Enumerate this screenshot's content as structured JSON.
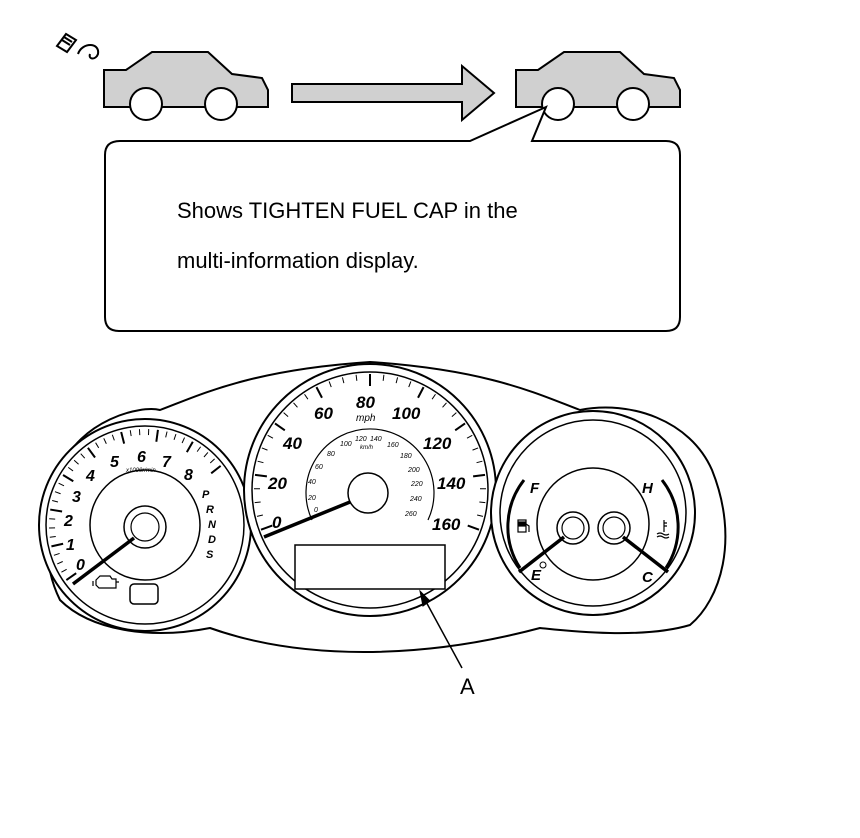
{
  "callout": {
    "line1": "Shows TIGHTEN FUEL CAP in the",
    "line2": "multi-information display."
  },
  "tachometer": {
    "numbers": [
      "0",
      "1",
      "2",
      "3",
      "4",
      "5",
      "6",
      "7",
      "8"
    ],
    "unit": "x1000r/min",
    "gears": [
      "P",
      "R",
      "N",
      "D",
      "S"
    ]
  },
  "speedometer": {
    "outer_numbers": [
      "0",
      "20",
      "40",
      "60",
      "80",
      "100",
      "120",
      "140",
      "160"
    ],
    "unit_mph": "mph",
    "inner_numbers": [
      "0",
      "20",
      "40",
      "60",
      "80",
      "100",
      "120",
      "140",
      "160",
      "180",
      "200",
      "220",
      "240",
      "260"
    ],
    "unit_kmh": "km/h"
  },
  "gauges": {
    "fuel_full": "F",
    "fuel_empty": "E",
    "temp_hot": "H",
    "temp_cold": "C"
  },
  "label_a": "A"
}
